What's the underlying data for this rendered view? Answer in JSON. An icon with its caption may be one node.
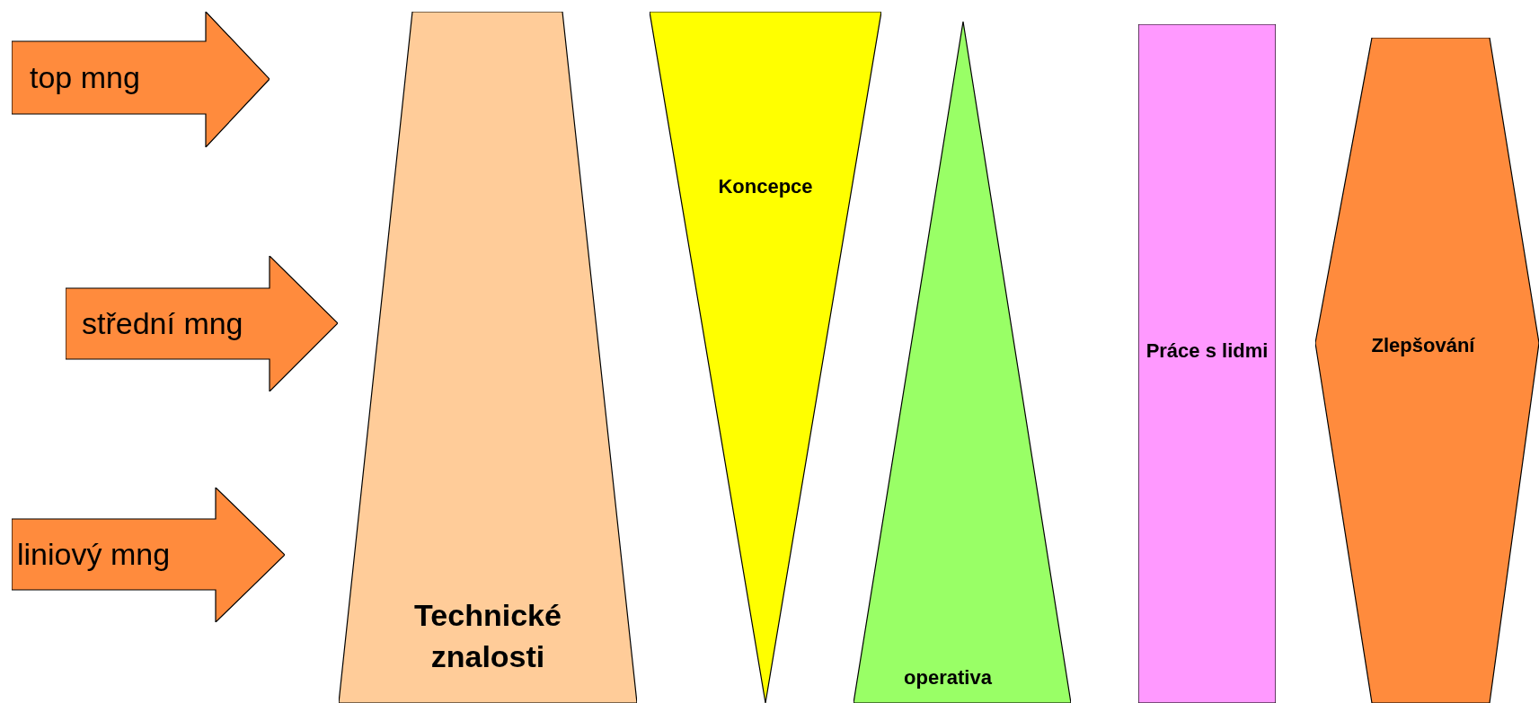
{
  "diagram": {
    "nodes": [
      {
        "text": [
          "top mng"
        ]
      },
      {
        "text": [
          "střední mng"
        ]
      },
      {
        "text": [
          "liniový mng"
        ]
      },
      {
        "text": [
          "Technické znalosti"
        ]
      },
      {
        "text": [
          "Koncepce"
        ]
      },
      {
        "text": [
          "operativa"
        ]
      },
      {
        "text": [
          "Práce s lidmi"
        ]
      },
      {
        "text": [
          "Zlepšování"
        ]
      }
    ]
  }
}
